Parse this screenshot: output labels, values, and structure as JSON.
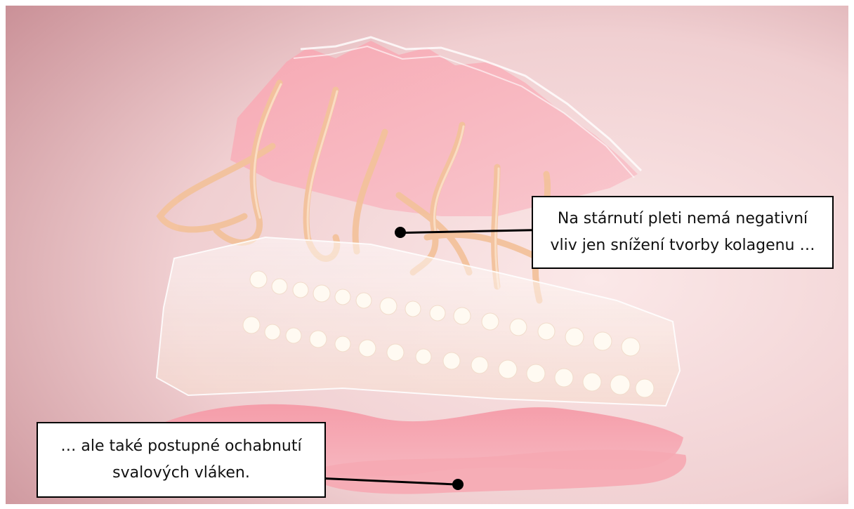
{
  "illustration": {
    "icon": "skin-layers-illustration",
    "colors": {
      "background": "#e9c2c4",
      "epidermis": "#f6a9b3",
      "collagen": "#f3c7a3",
      "fat": "#fffaf2",
      "muscle": "#f39ba8"
    }
  },
  "callouts": [
    {
      "text_line1": "Na stárnutí pleti nemá negativní",
      "text_line2": "vliv jen snížení tvorby kolagenu …"
    },
    {
      "text_line1": "… ale také postupné ochabnutí",
      "text_line2": "svalových vláken."
    }
  ]
}
